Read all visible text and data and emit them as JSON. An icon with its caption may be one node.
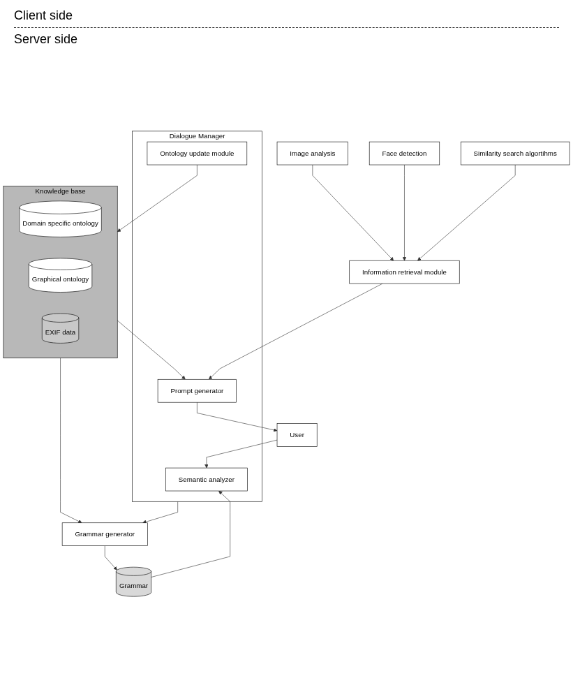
{
  "diagram": {
    "nodes": [
      {
        "text": [
          "User"
        ]
      },
      {
        "text": [
          "Dialogue Manager"
        ]
      },
      {
        "text": [
          "Semantic analyzer"
        ],
        "in": 1
      },
      {
        "text": [
          "Prompt generator"
        ],
        "in": 1
      },
      {
        "text": [
          "Ontology update module"
        ],
        "in": 1
      },
      {
        "text": [
          "Grammar"
        ]
      },
      {
        "text": [
          "Grammar generator"
        ]
      },
      {
        "text": [
          "Knowledge base"
        ]
      },
      {
        "text": [
          "Domain specific ontology"
        ],
        "in": 7
      },
      {
        "text": [
          "Graphical ontology"
        ],
        "in": 7
      },
      {
        "text": [
          "EXIF data"
        ],
        "in": 7
      },
      {
        "text": [
          "Information retrieval module"
        ]
      },
      {
        "text": [
          "Image analysis"
        ]
      },
      {
        "text": [
          "Face detection"
        ]
      },
      {
        "text": [
          "Similarity search algortihms"
        ]
      }
    ],
    "edges": [
      {
        "from": 0,
        "to": 2,
        "arrow": "to"
      },
      {
        "from": 3,
        "to": 0,
        "arrow": "to"
      },
      {
        "from": 5,
        "to": 2,
        "arrow": "to"
      },
      {
        "from": 11,
        "to": 3,
        "arrow": "to"
      },
      {
        "from": 7,
        "to": 3,
        "arrow": "to"
      },
      {
        "from": 1,
        "to": 6,
        "arrow": "to"
      },
      {
        "from": 6,
        "to": 5,
        "arrow": "to"
      },
      {
        "from": 7,
        "to": 6,
        "arrow": "to"
      },
      {
        "from": 4,
        "to": 7,
        "arrow": "to"
      },
      {
        "from": 12,
        "to": 11,
        "arrow": "to"
      },
      {
        "from": 14,
        "to": 11,
        "arrow": "to"
      },
      {
        "from": 13,
        "to": 11,
        "arrow": "to"
      }
    ],
    "labels": [
      "Client side",
      "Server side"
    ]
  }
}
